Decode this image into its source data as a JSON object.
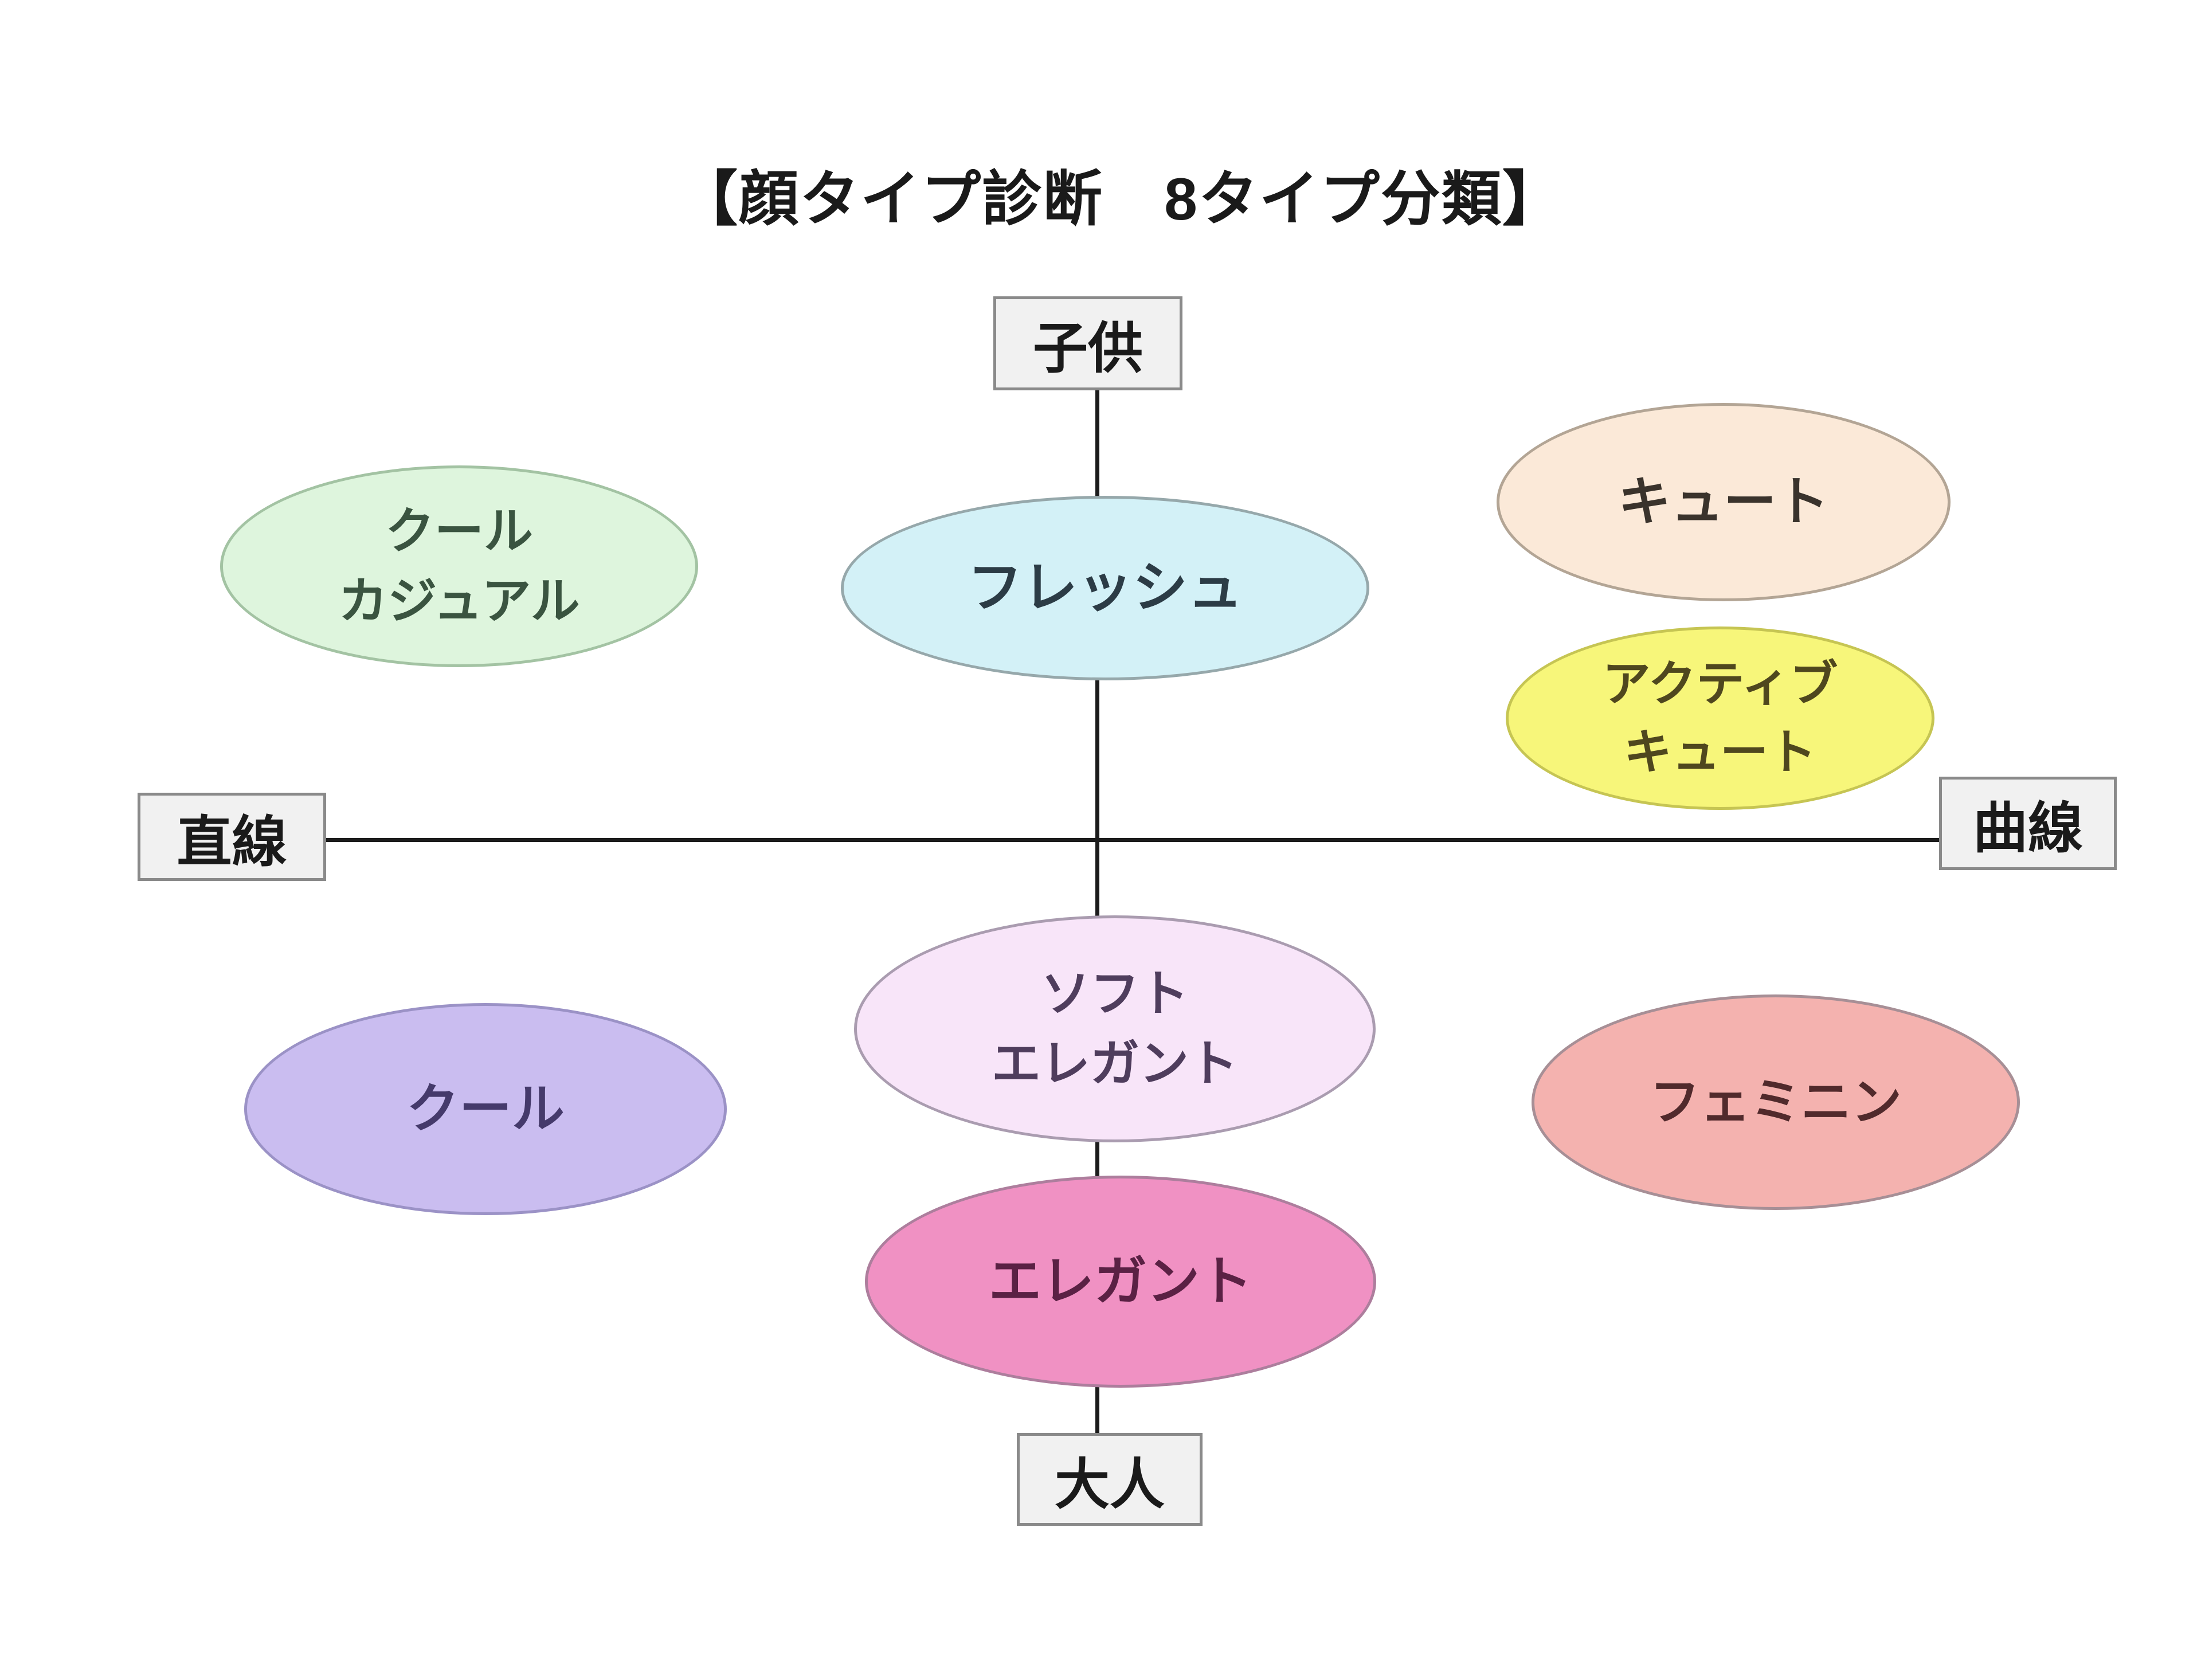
{
  "title": "【顔タイプ診断　8タイプ分類】",
  "axes": {
    "top": {
      "label": "子供"
    },
    "bottom": {
      "label": "大人"
    },
    "left": {
      "label": "直線"
    },
    "right": {
      "label": "曲線"
    }
  },
  "types": [
    {
      "name": "cool-casual",
      "line1": "クール",
      "line2": "カジュアル",
      "fill": "#def5dd",
      "border": "#a3c3a3",
      "text_color": "#3a5440"
    },
    {
      "name": "fresh",
      "line1": "フレッシュ",
      "line2": "",
      "fill": "#d3f1f7",
      "border": "#96a8ab",
      "text_color": "#2c3c46"
    },
    {
      "name": "cute",
      "line1": "キュート",
      "line2": "",
      "fill": "#fbe9d8",
      "border": "#b3a595",
      "text_color": "#3a332c"
    },
    {
      "name": "active-cute",
      "line1": "アクティブ",
      "line2": "キュート",
      "fill": "#f7f67a",
      "border": "#c6c553",
      "text_color": "#4f471e"
    },
    {
      "name": "cool",
      "line1": "クール",
      "line2": "",
      "fill": "#cabdf0",
      "border": "#9b92c6",
      "text_color": "#453a6b"
    },
    {
      "name": "soft-elegant",
      "line1": "ソフト",
      "line2": "エレガント",
      "fill": "#f8e5f9",
      "border": "#aa9cb0",
      "text_color": "#4f3d5d"
    },
    {
      "name": "feminine",
      "line1": "フェミニン",
      "line2": "",
      "fill": "#f4b2af",
      "border": "#a78f96",
      "text_color": "#512a2c"
    },
    {
      "name": "elegant",
      "line1": "エレガント",
      "line2": "",
      "fill": "#f091c3",
      "border": "#ad7e9d",
      "text_color": "#5a2144"
    }
  ],
  "colors": {
    "background": "#ffffff",
    "axis_line": "#1c1c1c",
    "axis_box_fill": "#f1f1f1",
    "axis_box_border": "#8a8a8a",
    "text": "#1a1a1a"
  }
}
